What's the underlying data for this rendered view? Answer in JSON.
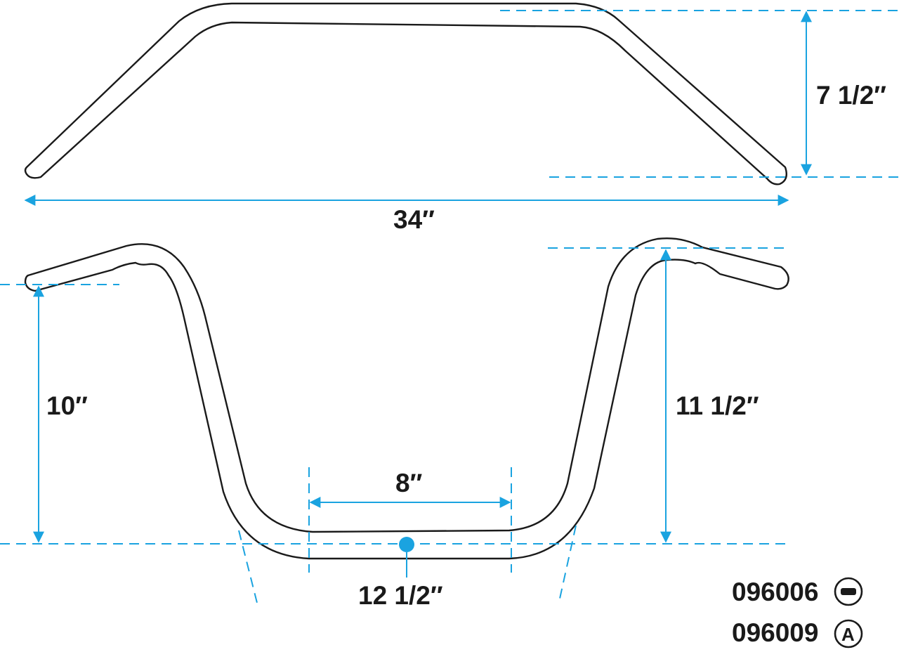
{
  "dimensions": {
    "rise_top": "7 1/2″",
    "width": "34″",
    "height_left": "10″",
    "height_right": "11 1/2″",
    "center_width": "8″",
    "clamp_diameter": "12 1/2″"
  },
  "parts": [
    {
      "number": "096006",
      "symbol": "minus-circle-icon",
      "symbol_text": ""
    },
    {
      "number": "096009",
      "symbol": "letter-a-circle-icon",
      "symbol_text": "A"
    }
  ],
  "colors": {
    "dimension": "#1aa3e0",
    "outline": "#1a1a1a"
  }
}
